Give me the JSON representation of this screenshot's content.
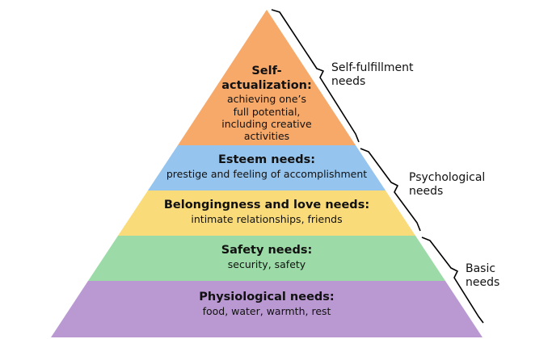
{
  "pyramid": {
    "levels": [
      {
        "key": "self-actualization",
        "title_lines": [
          "Self-",
          "actualization:"
        ],
        "desc_lines": [
          "achieving one’s",
          "full potential,",
          "including creative",
          "activities"
        ],
        "color": "#F7A96A"
      },
      {
        "key": "esteem",
        "title_lines": [
          "Esteem needs:"
        ],
        "desc_lines": [
          "prestige and feeling of accomplishment"
        ],
        "color": "#95C4EE"
      },
      {
        "key": "belonging",
        "title_lines": [
          "Belongingness and love needs:"
        ],
        "desc_lines": [
          "intimate relationships, friends"
        ],
        "color": "#FADB79"
      },
      {
        "key": "safety",
        "title_lines": [
          "Safety needs:"
        ],
        "desc_lines": [
          "security, safety"
        ],
        "color": "#9CDBA7"
      },
      {
        "key": "physiological",
        "title_lines": [
          "Physiological needs:"
        ],
        "desc_lines": [
          "food, water, warmth, rest"
        ],
        "color": "#BA99D3"
      }
    ]
  },
  "groups": [
    {
      "key": "self-fulfillment",
      "label_lines": [
        "Self-fulfillment",
        "needs"
      ]
    },
    {
      "key": "psychological",
      "label_lines": [
        "Psychological",
        "needs"
      ]
    },
    {
      "key": "basic",
      "label_lines": [
        "Basic",
        "needs"
      ]
    }
  ]
}
